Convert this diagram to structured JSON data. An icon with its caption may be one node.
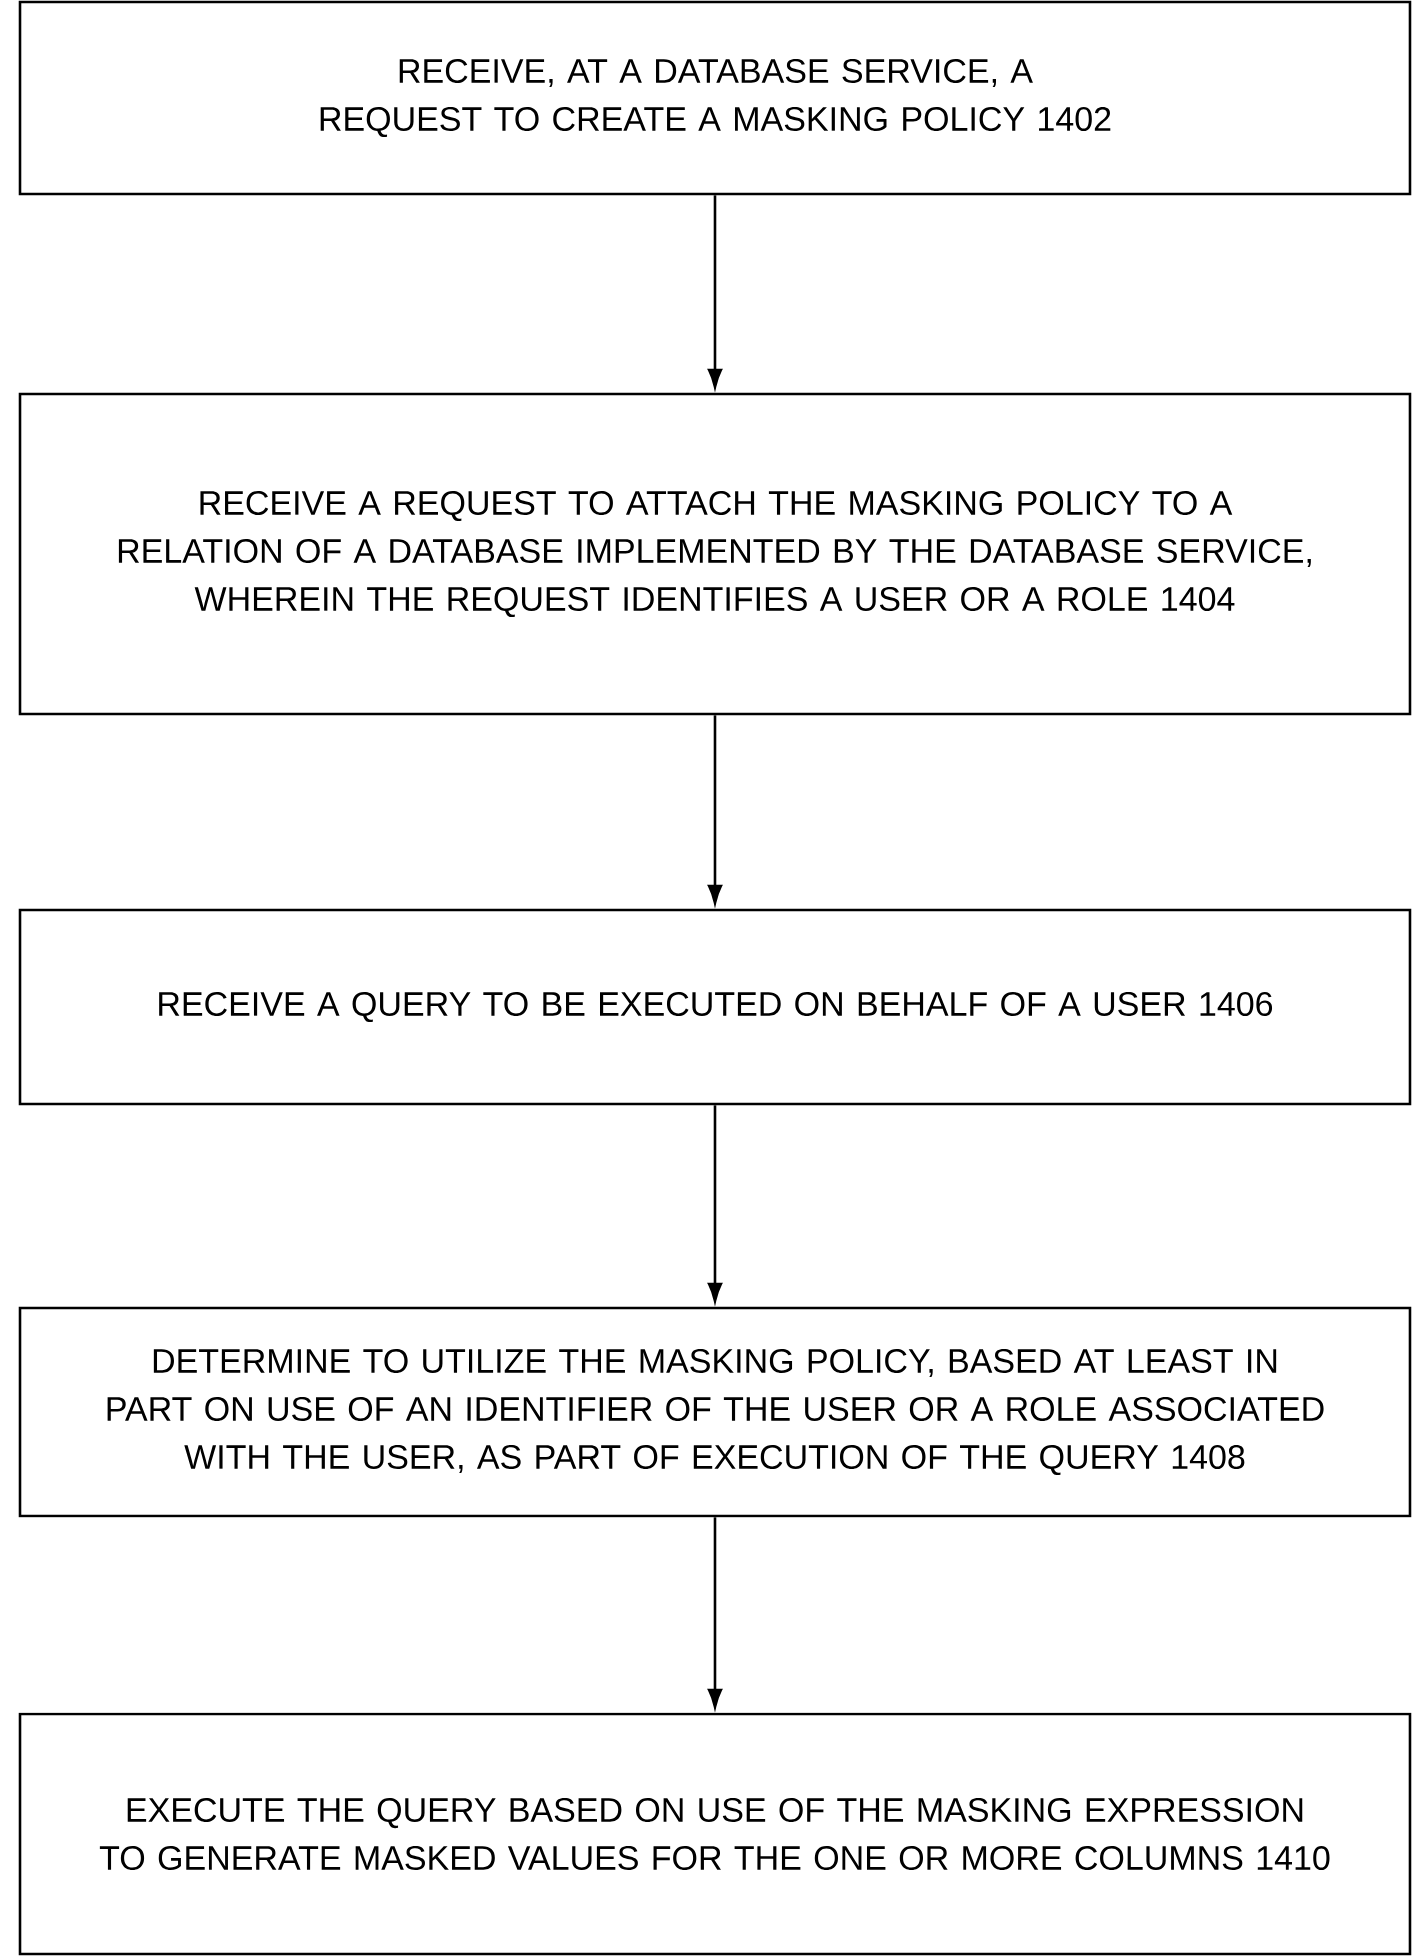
{
  "diagram": {
    "nodes": [
      {
        "text": [
          "RECEIVE, AT A DATABASE SERVICE, A REQUEST TO CREATE A MASKING POLICY 1402"
        ]
      },
      {
        "text": [
          "RECEIVE A REQUEST TO ATTACH THE MASKING POLICY TO A RELATION OF A DATABASE IMPLEMENTED BY THE DATABASE SERVICE, WHEREIN THE REQUEST IDENTIFIES A USER OR A ROLE 1404"
        ]
      },
      {
        "text": [
          "RECEIVE A QUERY TO BE EXECUTED ON BEHALF OF A USER 1406"
        ]
      },
      {
        "text": [
          "DETERMINE TO UTILIZE THE MASKING POLICY, BASED AT LEAST IN PART ON USE OF AN IDENTIFIER OF THE USER OR A ROLE ASSOCIATED WITH THE USER, AS PART OF EXECUTION OF THE QUERY 1408"
        ]
      },
      {
        "text": [
          "EXECUTE THE QUERY BASED ON USE OF THE MASKING EXPRESSION TO GENERATE MASKED VALUES FOR THE ONE OR MORE COLUMNS 1410"
        ]
      }
    ],
    "edges": [
      {
        "from": 0,
        "to": 1,
        "arrow": "to"
      },
      {
        "from": 1,
        "to": 2,
        "arrow": "to"
      },
      {
        "from": 2,
        "to": 3,
        "arrow": "to"
      },
      {
        "from": 3,
        "to": 4,
        "arrow": "to"
      }
    ]
  }
}
